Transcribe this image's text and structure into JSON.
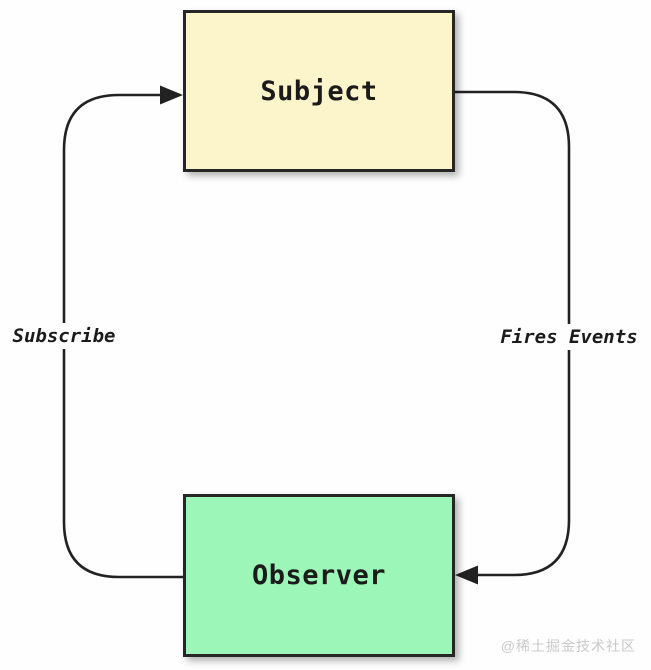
{
  "diagram": {
    "type": "flow",
    "pattern": "observer",
    "nodes": [
      {
        "id": "subject",
        "label": "Subject",
        "fill": "#FCF4CA"
      },
      {
        "id": "observer",
        "label": "Observer",
        "fill": "#9BF6B7"
      }
    ],
    "edges": [
      {
        "from": "observer",
        "to": "subject",
        "label": "Subscribe",
        "side": "left"
      },
      {
        "from": "subject",
        "to": "observer",
        "label": "Fires Events",
        "side": "right"
      }
    ],
    "line_color": "#222222",
    "border_color": "#262626",
    "text_color": "#1b1b1b"
  },
  "watermark": {
    "text": "@稀土掘金技术社区",
    "color": "#c9c9c9"
  }
}
